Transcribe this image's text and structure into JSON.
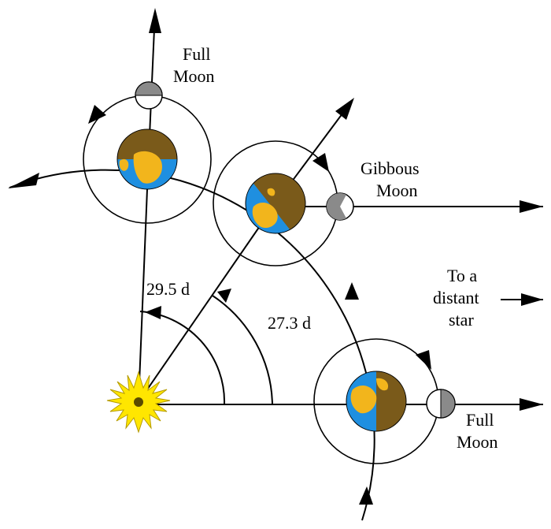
{
  "labels": {
    "full_moon_top_line1": "Full",
    "full_moon_top_line2": "Moon",
    "gibbous_line1": "Gibbous",
    "gibbous_line2": "Moon",
    "distant_star_line1": "To a",
    "distant_star_line2": "distant",
    "distant_star_line3": "star",
    "full_moon_bottom_line1": "Full",
    "full_moon_bottom_line2": "Moon",
    "synodic_period": "29.5 d",
    "sidereal_period": "27.3 d"
  },
  "colors": {
    "ocean": "#1f8fe0",
    "land_light": "#f2b51c",
    "land_dark": "#7a5a1a",
    "sun": "#ffe600",
    "moon_light": "#ffffff",
    "moon_dark": "#8a8a8a"
  }
}
